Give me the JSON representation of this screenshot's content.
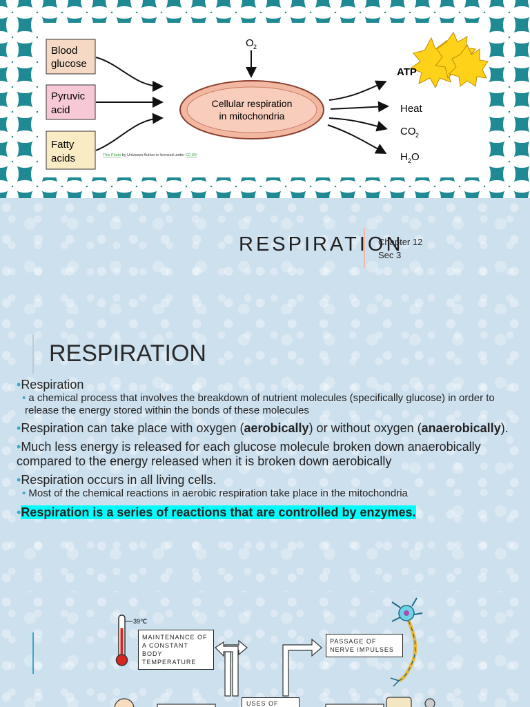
{
  "slide1": {
    "diagram": {
      "inputs": [
        "Blood glucose",
        "Pyruvic acid",
        "Fatty acids"
      ],
      "oxygen": "O2",
      "organelle": "Cellular respiration in mitochondria",
      "outputs": [
        "ATP",
        "Heat",
        "CO2",
        "H2O"
      ],
      "credit_prefix": "This Photo",
      "credit_mid": " by Unknown Author is licensed under ",
      "credit_license": "CC BY"
    }
  },
  "title_slide": {
    "title": "RESPIRATION",
    "chapter": "Chapter 12",
    "section": "Sec 3"
  },
  "slide2": {
    "heading": "RESPIRATION",
    "b1": "Respiration",
    "b1_sub": "a chemical process that involves the breakdown of nutrient molecules (specifically glucose) in order to release the energy stored within the bonds of these molecules",
    "b2_pre": "Respiration can take place with oxygen (",
    "b2_bold1": "aerobically",
    "b2_mid": ") or without oxygen (",
    "b2_bold2": "anaerobically",
    "b2_post": ").",
    "b3": "Much less energy is released for each glucose molecule broken down anaerobically compared to the energy released when it is broken down aerobically",
    "b4": "Respiration occurs in all living cells.",
    "b4_sub": "Most of the chemical reactions in aerobic respiration take place in the mitochondria",
    "b5": "Respiration is a series of reactions that are controlled by enzymes."
  },
  "slide3": {
    "temp": "39°C",
    "box1": "MAINTENANCE OF A CONSTANT BODY TEMPERATURE",
    "box2": "PASSAGE OF NERVE IMPULSES",
    "box3": "USES OF"
  },
  "colors": {
    "teal": "#1f8a93",
    "highlight": "#00ffff",
    "bullet": "#3aa8c8"
  }
}
